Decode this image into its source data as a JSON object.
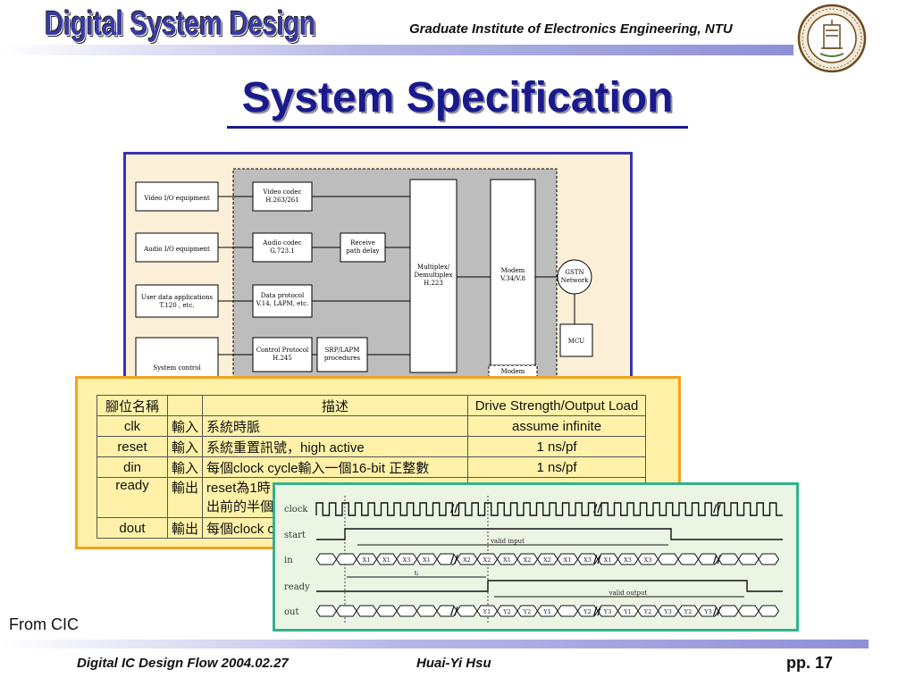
{
  "header": {
    "logo": "Digital System Design",
    "institute": "Graduate Institute of Electronics Engineering, NTU"
  },
  "slide_title": "System Specification",
  "block_diagram": {
    "left_boxes": [
      "Video I/O equipment",
      "Audio I/O equipment",
      "User data applications\nT.120 , etc.",
      "System control"
    ],
    "codecs": [
      "Video codec\nH.263/261",
      "Audio codec\nG.723.1",
      "Data protocol\nV.14, LAPM, etc.",
      "Control Protocol\nH.245"
    ],
    "receive_delay": "Receive\npath delay",
    "srp": "SRP/LAPM\nprocedures",
    "mux": "Multiplex/\nDemultiplex\nH.223",
    "modem": "Modem\nV.34/V.8",
    "modem_control": "Modem\ncontrol",
    "gstn": "GSTN\nNetwork",
    "mcu": "MCU"
  },
  "pin_table": {
    "headers": [
      "腳位名稱",
      "",
      "描述",
      "Drive Strength/Output Load"
    ],
    "rows": [
      [
        "clk",
        "輸入",
        "系統時脈",
        "assume infinite"
      ],
      [
        "reset",
        "輸入",
        "系統重置訊號，high active",
        "1 ns/pf"
      ],
      [
        "din",
        "輸入",
        "每個clock cycle輸入一個16-bit 正整數",
        "1 ns/pf"
      ],
      [
        "ready",
        "輸出",
        "reset為1時\n出前的半個",
        ""
      ],
      [
        "dout",
        "輸出",
        "每個clock c",
        ""
      ]
    ]
  },
  "timing": {
    "signals": [
      "clock",
      "start",
      "in",
      "ready",
      "out"
    ],
    "in_labels": [
      "X1",
      "X1",
      "X3",
      "X1",
      "X2",
      "X2",
      "X1",
      "X2",
      "X2",
      "X1",
      "X3",
      "X1",
      "X3",
      "X3"
    ],
    "out_labels": [
      "Y1",
      "Y2",
      "Y2",
      "Y1",
      "Y2",
      "Y3",
      "Y1",
      "Y2",
      "Y3",
      "Y2",
      "Y3"
    ],
    "valid_input": "valid input",
    "valid_output": "valid output",
    "tl": "tₗ"
  },
  "footer": {
    "source": "From CIC",
    "course": "Digital IC Design Flow 2004.02.27",
    "author": "Huai-Yi Hsu",
    "page": "pp. 17"
  }
}
